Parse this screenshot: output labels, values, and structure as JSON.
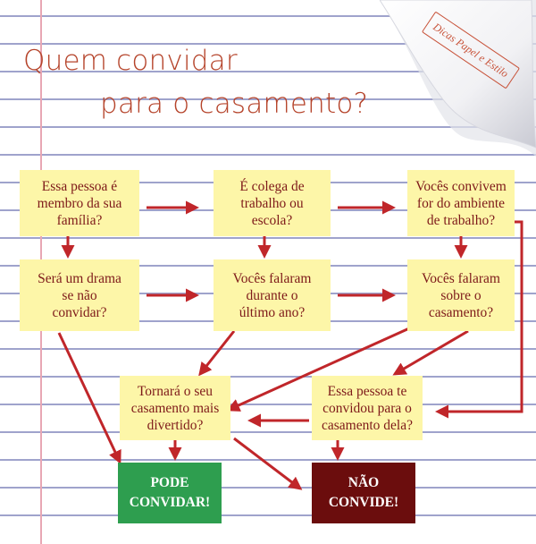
{
  "title": {
    "line1": "Quem convidar",
    "line2": "para o casamento?"
  },
  "watermark": "Dicas Papel e Estilo",
  "colors": {
    "title": "#b5432a",
    "box_fill": "#fdf6a8",
    "box_text": "#7e1a1a",
    "arrow": "#c0262a",
    "pode_fill": "#2e9e4f",
    "nao_fill": "#6b0d0d",
    "lines": "#9fa3cc"
  },
  "nodes": {
    "q_familia": "Essa pessoa é\nmembro da sua\nfamília?",
    "q_colega": "É colega de\ntrabalho ou\nescola?",
    "q_convivem": "Vocês convivem\nfor do ambiente\nde trabalho?",
    "q_drama": "Será um drama\nse não\nconvidar?",
    "q_falaram_ano": "Vocês falaram\ndurante o\núltimo ano?",
    "q_falaram_casamento": "Vocês falaram\nsobre o\ncasamento?",
    "q_divertido": "Tornará o seu\ncasamento mais\ndivertido?",
    "q_convidou": "Essa pessoa te\nconvidou para o\ncasamento dela?",
    "r_pode": "PODE\nCONVIDAR!",
    "r_nao": "NÃO\nCONVIDE!"
  }
}
